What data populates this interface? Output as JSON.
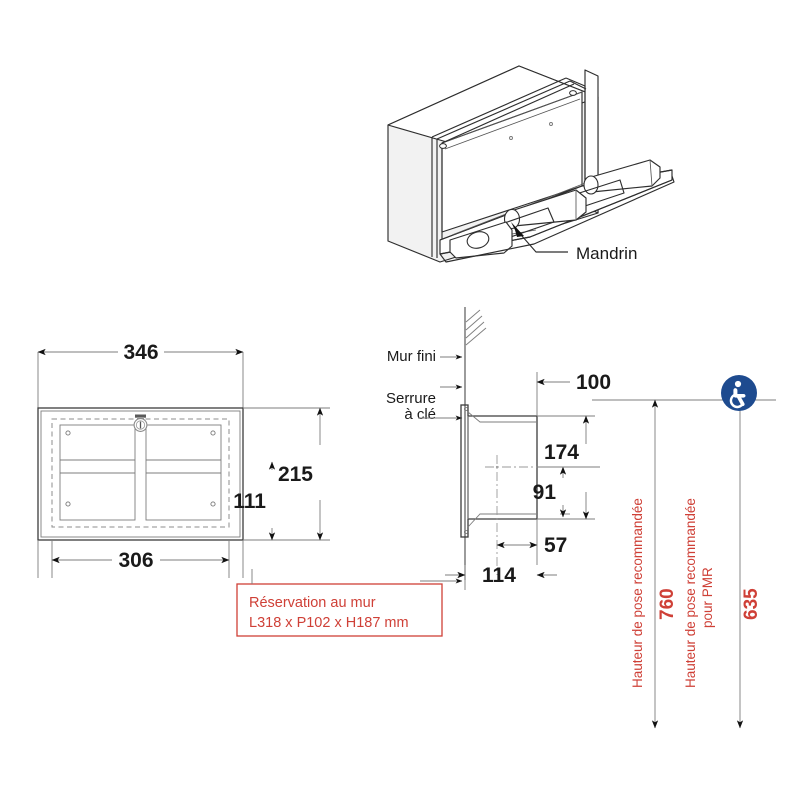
{
  "document": {
    "type": "technical-drawing",
    "language": "fr",
    "units": "mm"
  },
  "iso_view": {
    "callout_label": "Mandrin"
  },
  "front_view": {
    "dimensions": {
      "overall_width": "346",
      "inner_width": "306",
      "overall_height": "215",
      "inner_height": "111"
    }
  },
  "side_view": {
    "labels": {
      "wall": "Mur fini",
      "lock_line1": "Serrure",
      "lock_line2": "à clé"
    },
    "dimensions": {
      "depth_from_wall": "100",
      "height_174": "174",
      "height_91": "91",
      "offset_57": "57",
      "offset_114": "114"
    }
  },
  "notes": {
    "reservation": {
      "line1": "Réservation au mur",
      "line2": "L318 x P102 x H187 mm",
      "color": "#cf4037"
    }
  },
  "mounting_heights": [
    {
      "id": "standard",
      "label": "Hauteur de pose recommandée",
      "value": "760"
    },
    {
      "id": "pmr",
      "label_line1": "Hauteur de pose recommandée",
      "label_line2": "pour PMR",
      "value": "635"
    }
  ],
  "icons": {
    "accessibility": {
      "name": "wheelchair-accessibility-icon",
      "circle_color": "#1e4b8f",
      "symbol_color": "#ffffff"
    }
  }
}
